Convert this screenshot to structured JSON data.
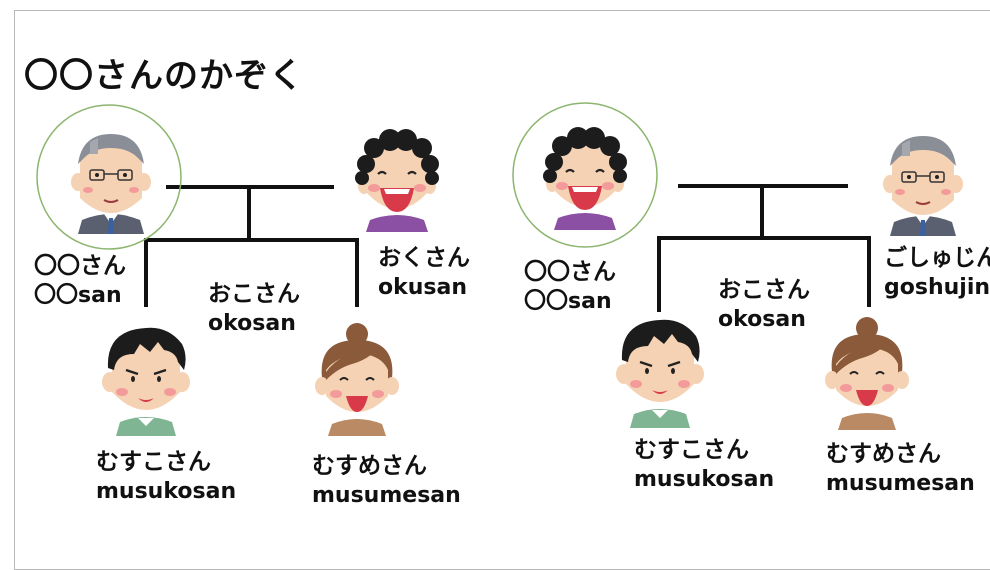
{
  "title": "〇〇さんのかぞく",
  "family_a": {
    "self": {
      "jp": "〇〇さん",
      "romaji": "〇〇san"
    },
    "spouse": {
      "jp": "おくさん",
      "romaji": "okusan"
    },
    "children": {
      "jp": "おこさん",
      "romaji": "okosan"
    },
    "son": {
      "jp": "むすこさん",
      "romaji": "musukosan"
    },
    "daughter": {
      "jp": "むすめさん",
      "romaji": "musumesan"
    }
  },
  "family_b": {
    "self": {
      "jp": "〇〇さん",
      "romaji": "〇〇san"
    },
    "spouse": {
      "jp": "ごしゅじん",
      "romaji": "goshujin"
    },
    "children": {
      "jp": "おこさん",
      "romaji": "okosan"
    },
    "son": {
      "jp": "むすこさん",
      "romaji": "musukosan"
    },
    "daughter": {
      "jp": "むすめさん",
      "romaji": "musumesan"
    }
  },
  "colors": {
    "line": "#111111",
    "highlight_circle": "#8cb56e",
    "skin": "#f6d2b4",
    "hair": "#1c1c1c",
    "mouth": "#d83a4a"
  },
  "icons": [
    "grandpa-face-icon",
    "curly-woman-face-icon",
    "boy-face-icon",
    "girl-face-icon"
  ]
}
